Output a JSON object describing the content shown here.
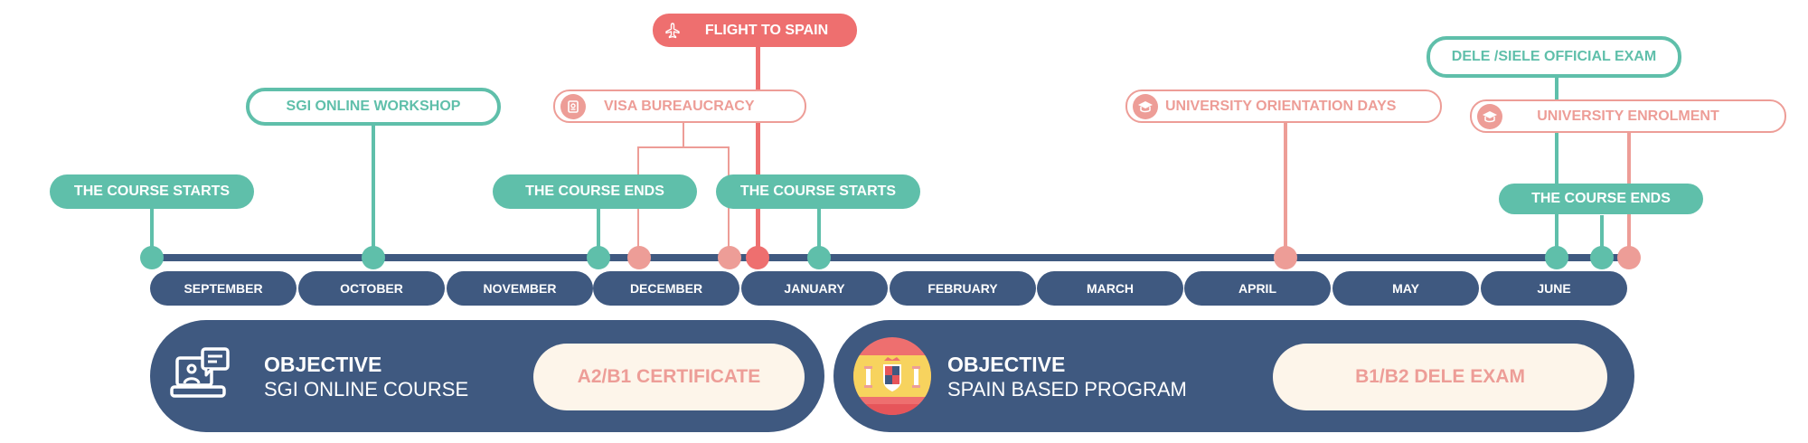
{
  "months": [
    "SEPTEMBER",
    "OCTOBER",
    "NOVEMBER",
    "DECEMBER",
    "JANUARY",
    "FEBRUARY",
    "MARCH",
    "APRIL",
    "MAY",
    "JUNE"
  ],
  "events": {
    "course_starts_1": "THE COURSE STARTS",
    "sgi_workshop": "SGI ONLINE WORKSHOP",
    "course_ends_1": "THE COURSE ENDS",
    "visa": "VISA BUREAUCRACY",
    "flight": "FLIGHT TO SPAIN",
    "course_starts_2": "THE COURSE STARTS",
    "uni_orientation": "UNIVERSITY ORIENTATION DAYS",
    "dele_exam": "DELE /SIELE OFFICIAL EXAM",
    "uni_enrolment": "UNIVERSITY ENROLMENT",
    "course_ends_2": "THE COURSE ENDS"
  },
  "objectives": [
    {
      "heading": "OBJECTIVE",
      "subtitle": "SGI ONLINE COURSE",
      "certificate": "A2/B1 CERTIFICATE",
      "icon": "laptop-chat-icon"
    },
    {
      "heading": "OBJECTIVE",
      "subtitle": "SPAIN BASED PROGRAM",
      "certificate": "B1/B2 DELE EXAM",
      "icon": "spain-flag-icon"
    }
  ],
  "colors": {
    "teal": "#5fbfaa",
    "pink": "#ed9d97",
    "red": "#ee6f6f",
    "navy": "#3f5980",
    "cream": "#fdf5ea"
  }
}
